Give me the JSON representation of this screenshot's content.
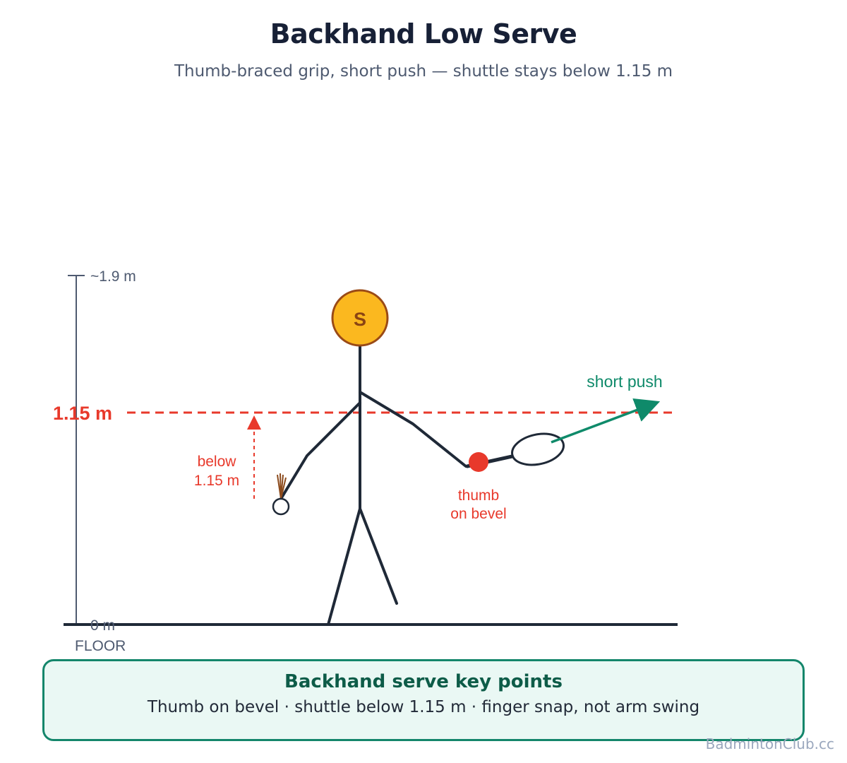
{
  "header": {
    "title": "Backhand Low Serve",
    "subtitle": "Thumb-braced grip, short push — shuttle stays below 1.15 m"
  },
  "scale": {
    "top_label": "~1.9 m",
    "bottom_label": "0 m",
    "floor_label": "FLOOR"
  },
  "limit_line": {
    "label": "1.15 m",
    "color": "#e8392b"
  },
  "annotations": {
    "below_line1": "below",
    "below_line2": "1.15 m",
    "thumb_line1": "thumb",
    "thumb_line2": "on bevel",
    "push_label": "short push"
  },
  "server": {
    "head_letter": "S",
    "head_color": "#fbb81f"
  },
  "key_points": {
    "title": "Backhand serve key points",
    "text": "Thumb on bevel · shuttle below 1.15 m · finger snap, not arm swing"
  },
  "watermark": "BadmintonClub.cc",
  "colors": {
    "accent_green": "#0f8a6a",
    "figure": "#1f2937"
  }
}
